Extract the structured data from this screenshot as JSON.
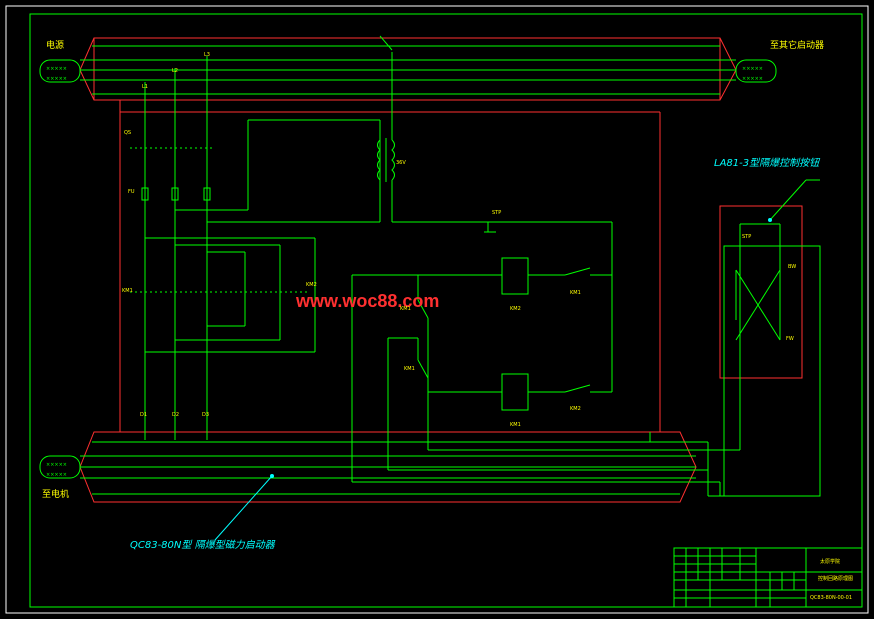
{
  "colors": {
    "background": "#000000",
    "frame": "#ffffff",
    "wire": "#00ff00",
    "enclosure": "#ff3030",
    "text": "#ffff00",
    "callout": "#00ffff",
    "watermark": "#ff3030"
  },
  "labels": {
    "power_source": "电源",
    "next_starter": "至其它启动器",
    "to_motor": "至电机",
    "starter_model": "QC83-80N型 隔爆型磁力启动器",
    "button_model": "LA81-3型隔爆控制按钮",
    "watermark": "www.woc88.com",
    "transformer_voltage": "36V"
  },
  "components": {
    "breaker": "QS",
    "fuse": "FU",
    "contactor_main_1": "KM1",
    "contactor_main_2": "KM2",
    "stop": "STP",
    "coil_1": "KM2",
    "coil_2": "KM1",
    "aux_1": "KM1",
    "aux_2": "KM2",
    "interlock_1": "KM1",
    "interlock_2": "KM1",
    "button_stop": "STP",
    "button_forward": "BW",
    "button_reverse": "FW"
  },
  "phases_top": [
    "L1",
    "L2",
    "L3"
  ],
  "phases_bottom": [
    "D1",
    "D2",
    "D3"
  ],
  "cable_marks": [
    "×××××",
    "×××××"
  ],
  "title_block": {
    "company": "太原学院",
    "drawing_title": "控制回路原理图",
    "drawing_no": "QC83-80N-00-01"
  }
}
